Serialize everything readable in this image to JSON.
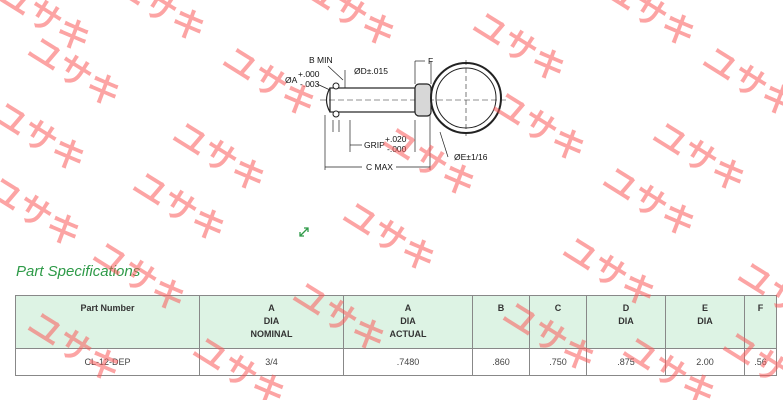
{
  "drawing": {
    "labels": {
      "b_min": "B MIN",
      "d_dia": "ØD±.015",
      "f": "F",
      "a_dia": "ØA",
      "a_plus": "+.000",
      "a_minus": "-.003",
      "grip": "GRIP",
      "grip_plus": "+.020",
      "grip_minus": "-.000",
      "e_dia": "ØE±1/16",
      "c_max": "C MAX"
    }
  },
  "section_title": "Part Specifications",
  "table": {
    "headers": [
      [
        "Part Number"
      ],
      [
        "A",
        "DIA",
        "NOMINAL"
      ],
      [
        "A",
        "DIA",
        "ACTUAL"
      ],
      [
        "B"
      ],
      [
        "C"
      ],
      [
        "D",
        "DIA"
      ],
      [
        "E",
        "DIA"
      ],
      [
        "F"
      ]
    ],
    "rows": [
      [
        "CL-12-DEP",
        "3/4",
        ".7480",
        ".860",
        ".750",
        ".875",
        "2.00",
        ".56"
      ]
    ]
  },
  "watermark_text": "ユサキ",
  "colors": {
    "title": "#2e9a48",
    "header_bg": "#ddf3e4",
    "watermark": "#fa5a5a"
  }
}
